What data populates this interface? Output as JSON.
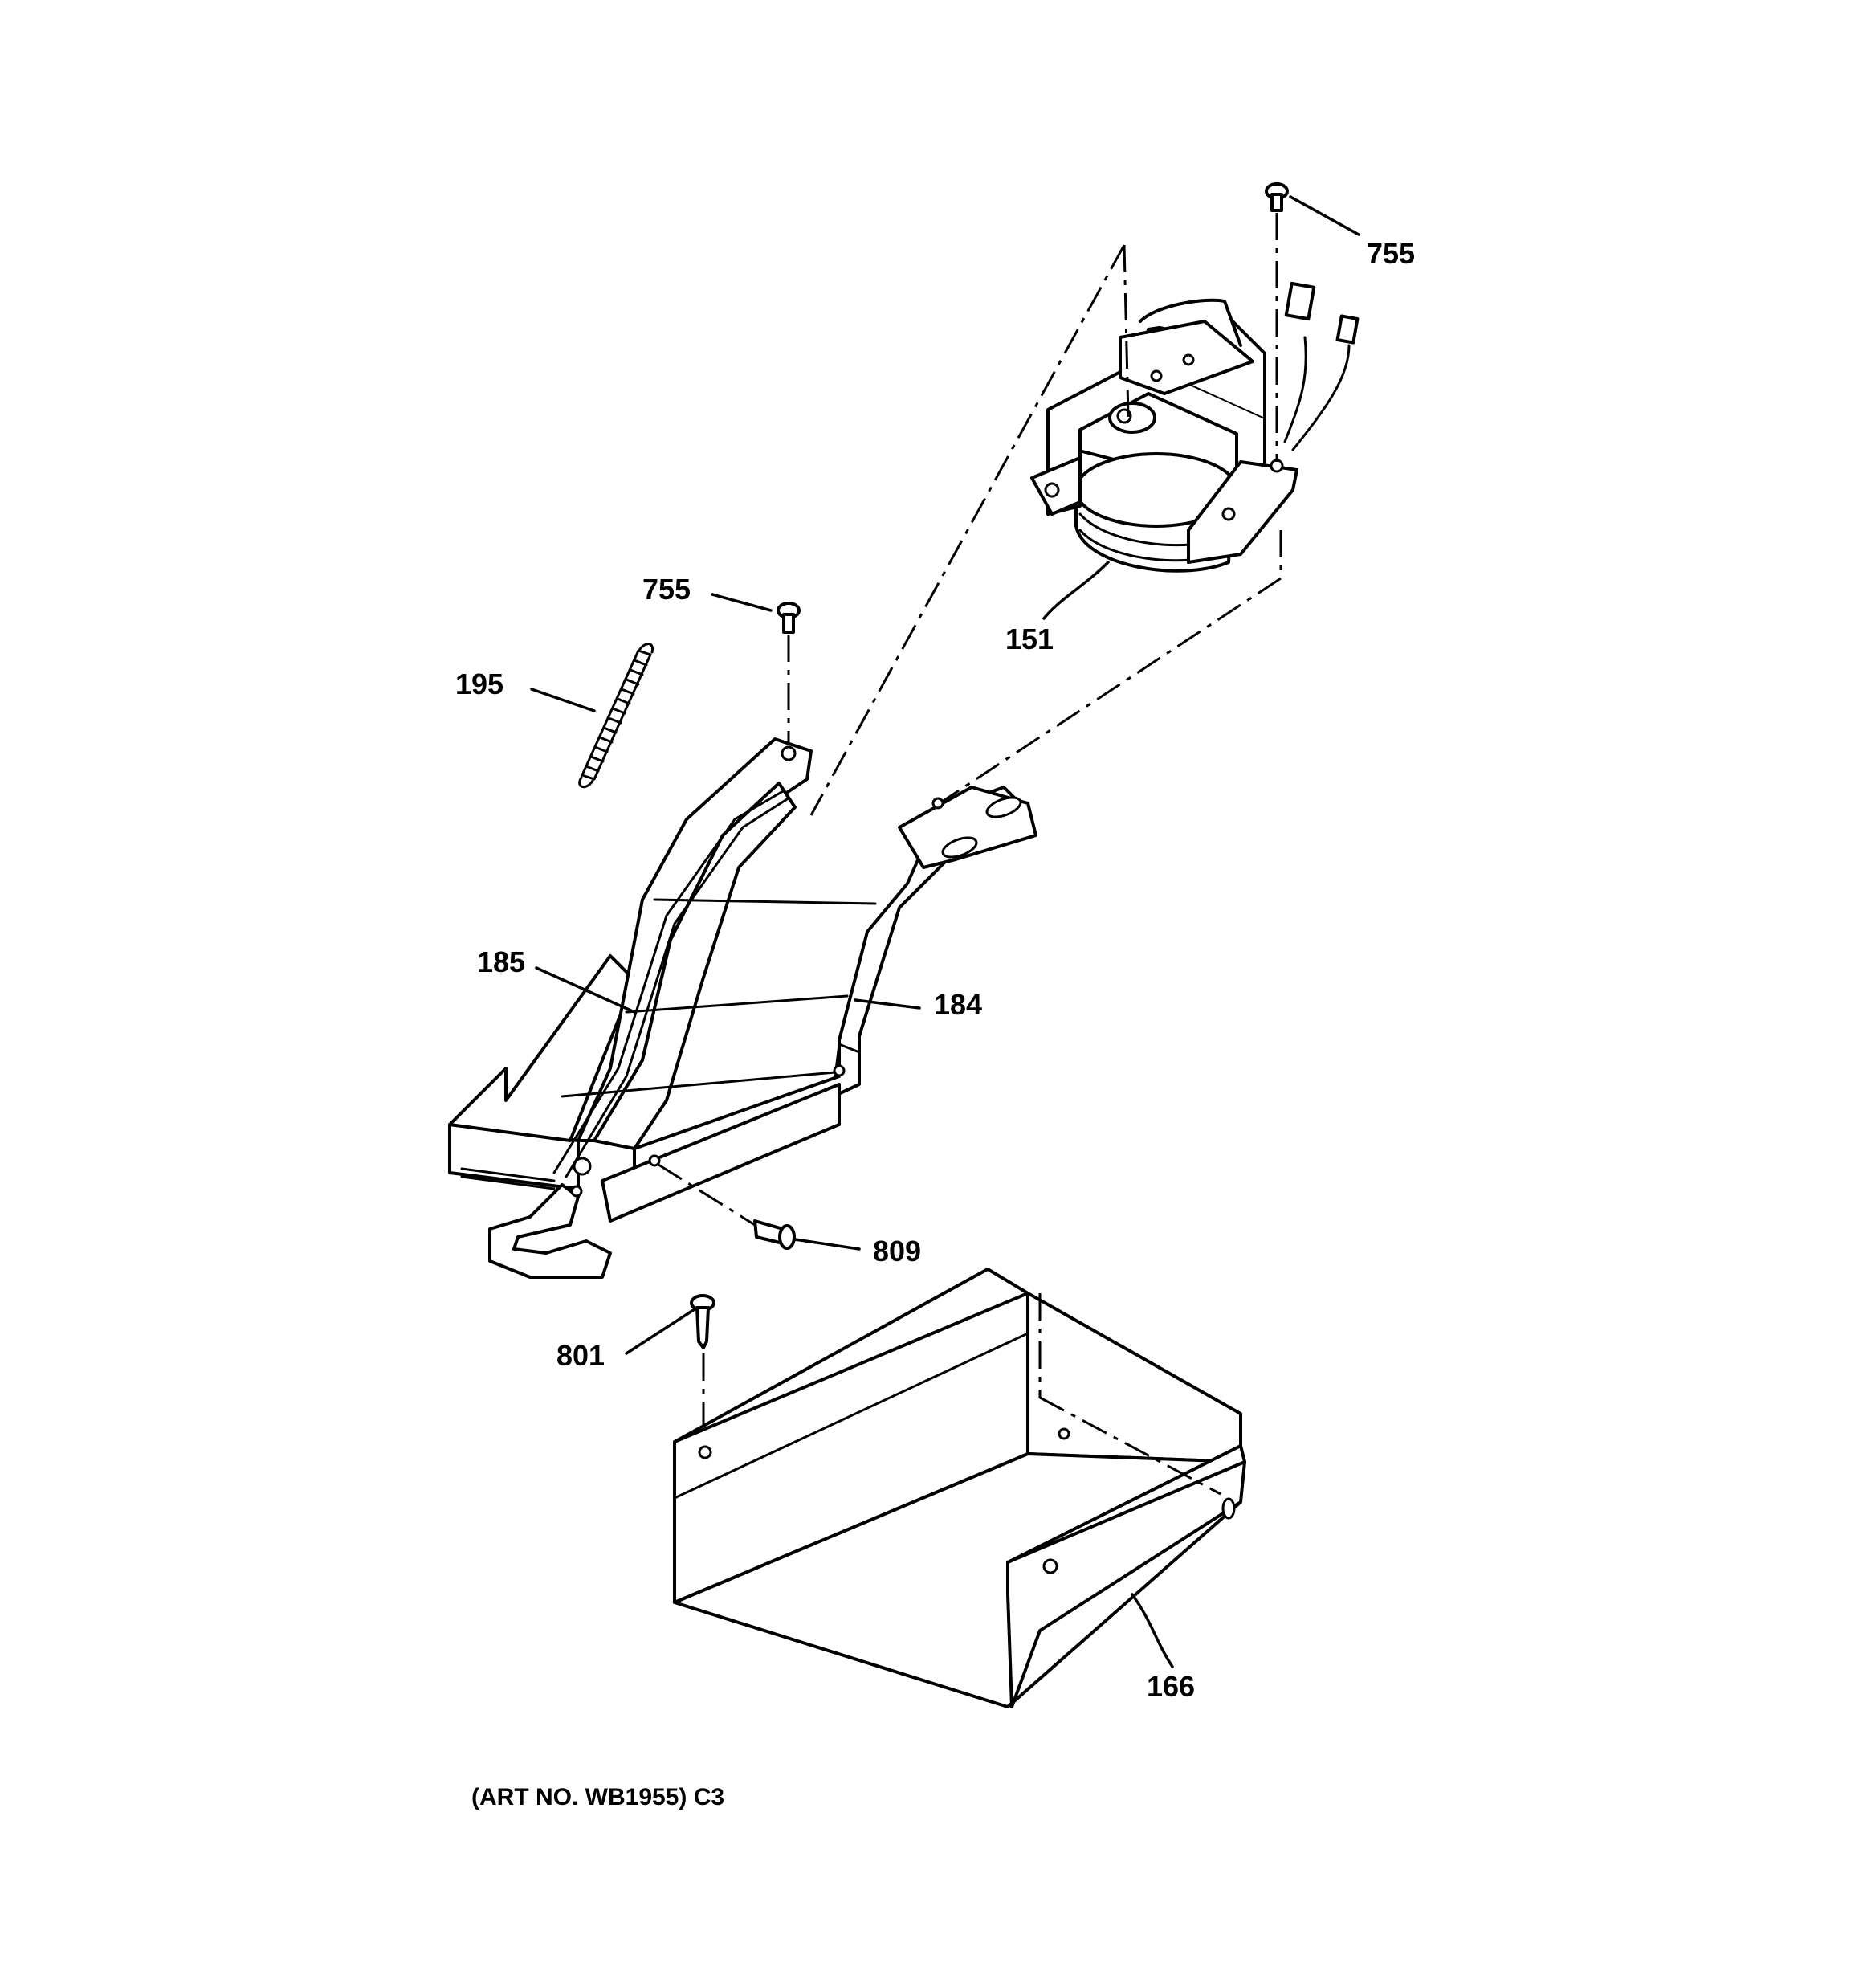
{
  "labels": {
    "screw_top": "755",
    "motor": "151",
    "screw_mid": "755",
    "spring": "195",
    "bracket_left": "185",
    "bracket_right": "184",
    "screw_side": "809",
    "screw_bottom": "801",
    "tray": "166"
  },
  "caption": "(ART NO. WB1955) C3"
}
